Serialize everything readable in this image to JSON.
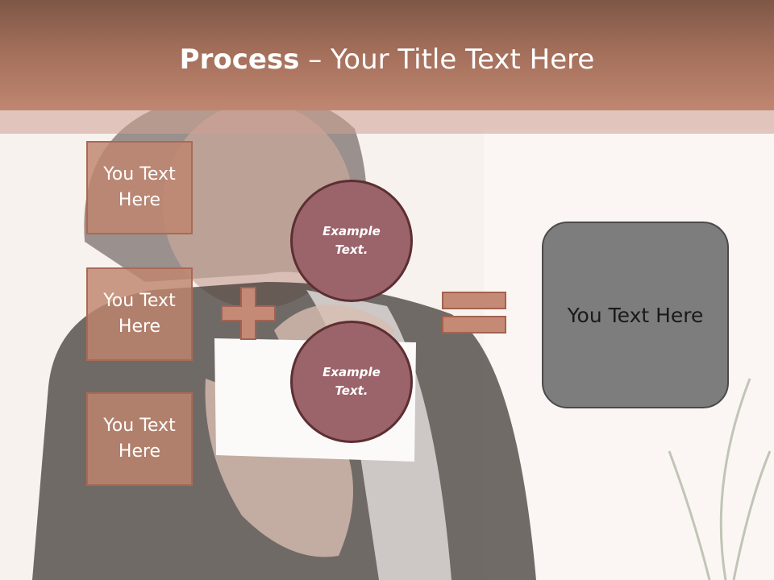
{
  "slide": {
    "title_bold": "Process",
    "title_sep": " – ",
    "title_rest": "Your Title Text Here"
  },
  "inputs": [
    {
      "label": "You Text Here"
    },
    {
      "label": "You Text Here"
    },
    {
      "label": "You Text Here"
    }
  ],
  "operands": [
    {
      "label": "Example Text."
    },
    {
      "label": "Example Text."
    }
  ],
  "result": {
    "label": "You Text Here"
  },
  "icons": {
    "plus": "plus-icon",
    "equals": "equals-icon"
  },
  "colors": {
    "header": "#a26e5a",
    "input_box": "#bf856e",
    "circle": "#9b636a",
    "circle_border": "#5c2f32",
    "result_box": "#7d7d7d",
    "operator": "#c48a76"
  }
}
